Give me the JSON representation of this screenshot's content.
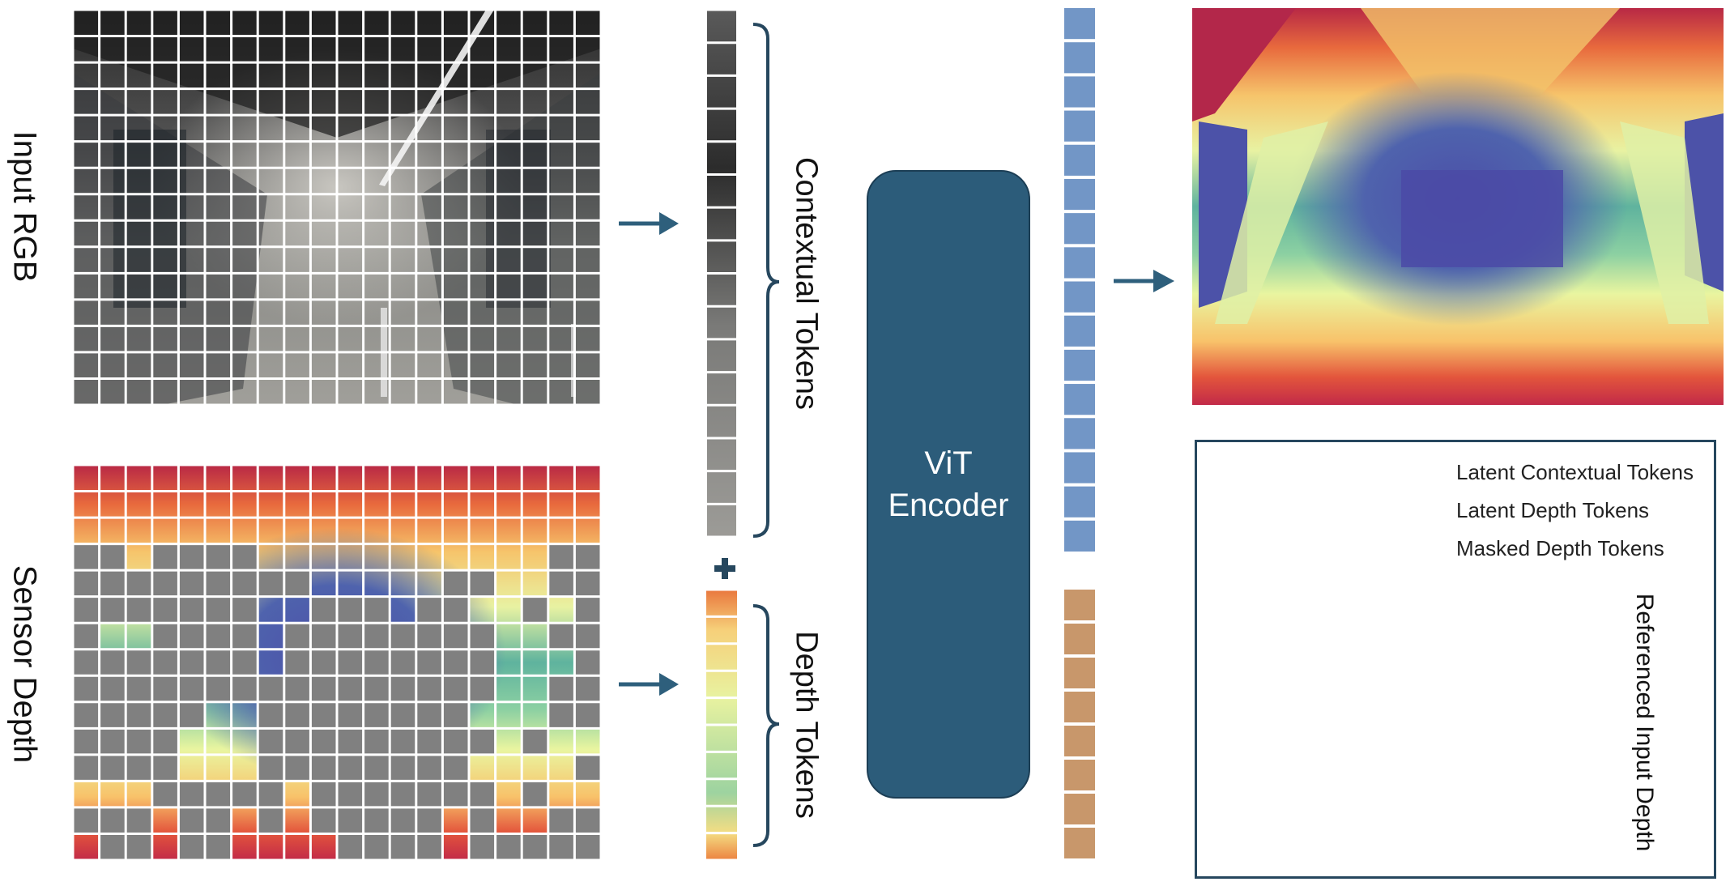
{
  "labels": {
    "input_rgb": "Input RGB",
    "sensor_depth": "Sensor Depth",
    "contextual_tokens": "Contextual Tokens",
    "depth_tokens": "Depth Tokens",
    "vit_line1": "ViT",
    "vit_line2": "Encoder",
    "referenced_input_depth": "Referenced Input Depth"
  },
  "legend": [
    {
      "label": "Latent Contextual Tokens",
      "color": "#7296c6"
    },
    {
      "label": "Latent Depth Tokens",
      "color": "#c8976b"
    },
    {
      "label": "Masked Depth Tokens",
      "color": "#808080"
    }
  ],
  "colors": {
    "accent": "#2c5c7a",
    "arrow": "#2e5f7c",
    "masked": "#808080",
    "contextual_latent": "#7296c6",
    "depth_latent": "#c8976b",
    "grid_line": "#ffffff"
  },
  "icons": [
    "arrow-right-icon",
    "plus-icon",
    "curly-brace-icon"
  ]
}
